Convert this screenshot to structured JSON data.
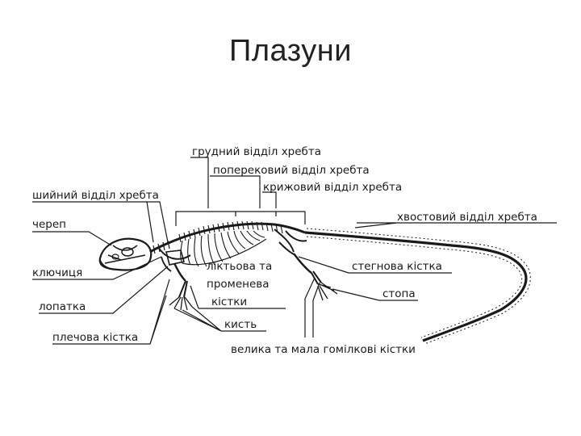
{
  "slide": {
    "title": "Плазуни"
  },
  "diagram": {
    "labels": {
      "thoracic": "грудний відділ хребта",
      "lumbar": "поперековий відділ хребта",
      "sacral": "крижовий відділ хребта",
      "cervical": "шийний відділ хребта",
      "caudal": "хвостовий відділ хребта",
      "skull": "череп",
      "clavicle": "ключиця",
      "scapula": "лопатка",
      "humerus": "плечова кістка",
      "ulna_radius_1": "ліктьова та",
      "ulna_radius_2": "променева",
      "ulna_radius_3": "кістки",
      "hand": "кисть",
      "femur": "стегнова кістка",
      "foot": "стопа",
      "tibia_fibula": "велика та мала гомілкові кістки"
    }
  }
}
